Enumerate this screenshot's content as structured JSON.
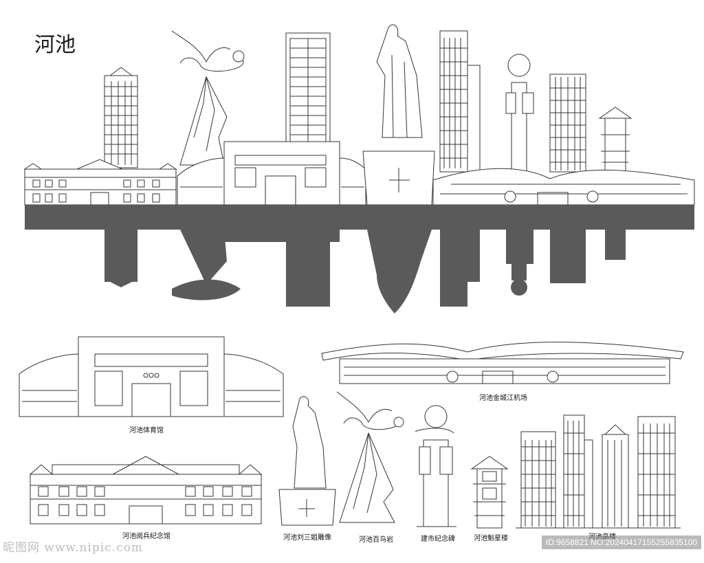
{
  "title": "河池",
  "captions": {
    "stadium": "河池体育馆",
    "airport": "河池金城江机场",
    "memorial_hall": "河池阅兵纪念馆",
    "liu_statue": "河池刘三姐雕像",
    "bird_rock": "河池百鸟岩",
    "monument": "建市纪念碑",
    "kuixing_tower": "河池魁星楼",
    "high_rises": "河池高楼"
  },
  "watermark": {
    "left": "昵图网 www.nipic.com",
    "right": "ID:9658821 NO:20240417155255835100"
  },
  "colors": {
    "line": "#333333",
    "reflection": "#5a5a5a",
    "background": "#ffffff"
  }
}
